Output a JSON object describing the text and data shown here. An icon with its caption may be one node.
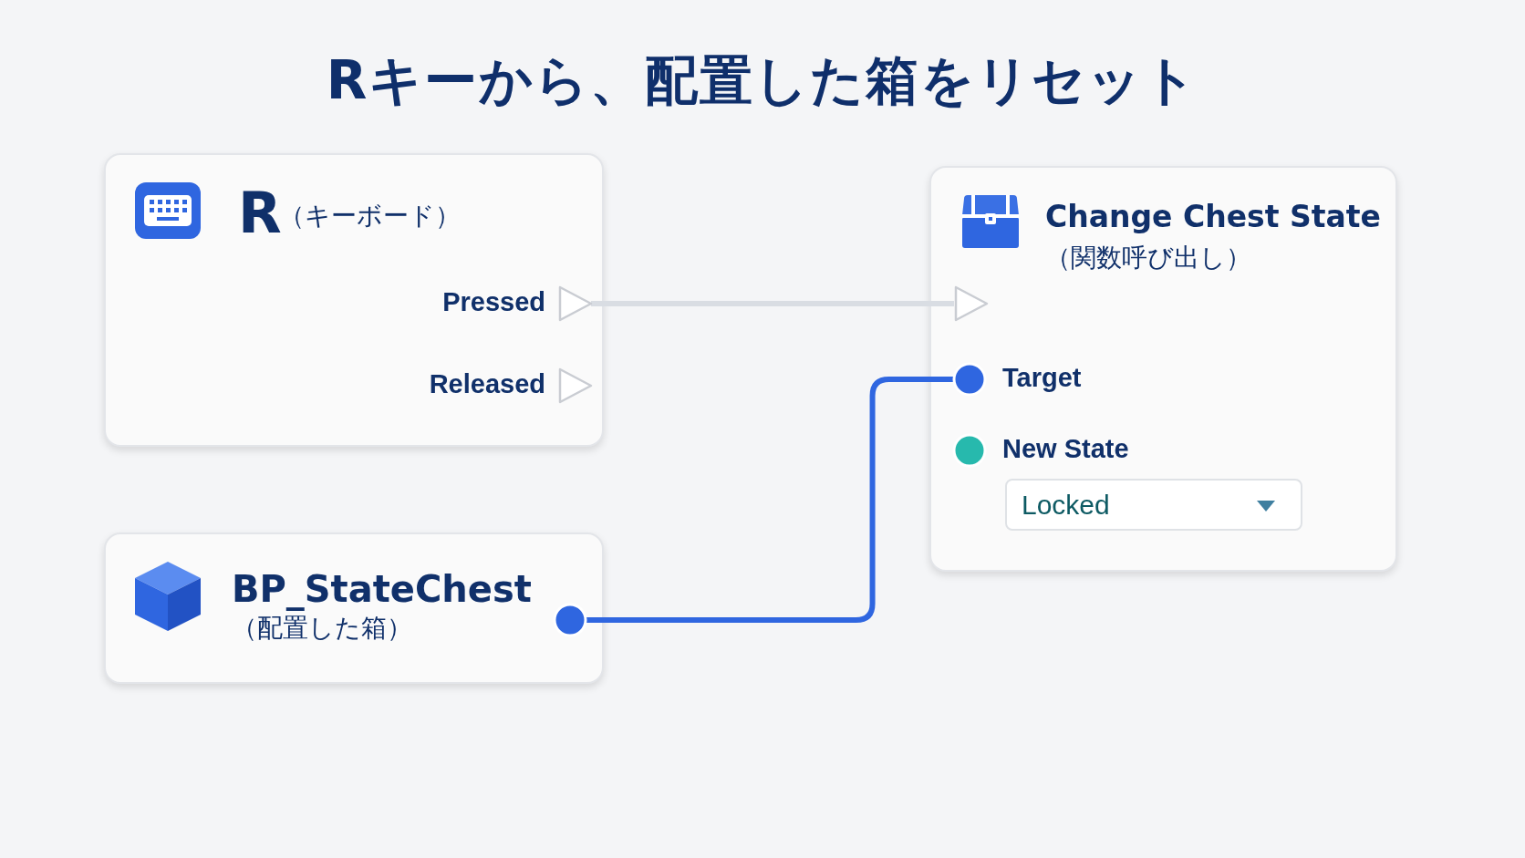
{
  "diagram": {
    "title": "Rキーから、配置した箱をリセット",
    "nodes": [
      {
        "text": [
          "R",
          "（キーボード）"
        ]
      },
      {
        "text": [],
        "shape": "triangle",
        "beside": [
          "Pressed"
        ],
        "in": 0
      },
      {
        "text": [],
        "shape": "triangle",
        "beside": [
          "Released"
        ],
        "in": 0
      },
      {
        "text": [
          "BP_StateChest",
          "（配置した箱）"
        ]
      },
      {
        "text": [],
        "shape": "circle",
        "in": 3
      },
      {
        "text": [
          "Change Chest State",
          "（関数呼び出し）"
        ]
      },
      {
        "text": [],
        "shape": "triangle",
        "in": 5
      },
      {
        "text": [],
        "shape": "circle",
        "beside": [
          "Target"
        ],
        "in": 5
      },
      {
        "text": [],
        "shape": "circle",
        "beside": [
          "New State"
        ],
        "in": 5
      },
      {
        "text": [
          "Locked"
        ],
        "in": 5
      }
    ],
    "edges": [
      {
        "from": 1,
        "to": 6,
        "arrow": "none",
        "color": "#d9dde3"
      },
      {
        "from": 4,
        "to": 7,
        "arrow": "none",
        "color": "#2f66e0"
      }
    ]
  }
}
